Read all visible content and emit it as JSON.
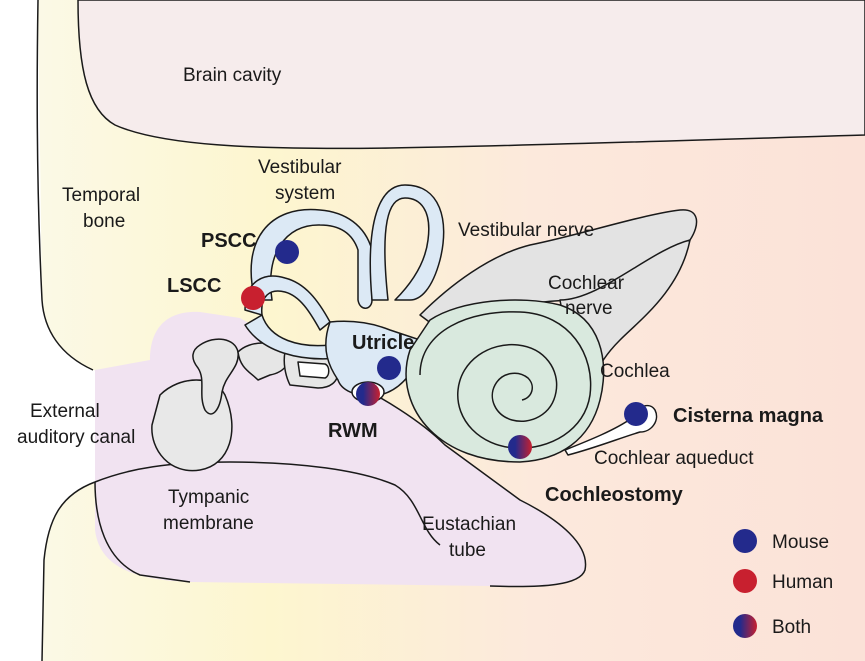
{
  "labels": {
    "brain_cavity": "Brain cavity",
    "vestibular_system_1": "Vestibular",
    "vestibular_system_2": "system",
    "temporal_bone_1": "Temporal",
    "temporal_bone_2": "bone",
    "vestibular_nerve": "Vestibular nerve",
    "cochlear_nerve_1": "Cochlear",
    "cochlear_nerve_2": "nerve",
    "pscc": "PSCC",
    "lscc": "LSCC",
    "utricle": "Utricle",
    "cochlea": "Cochlea",
    "cisterna_magna": "Cisterna magna",
    "rwm": "RWM",
    "cochlear_aqueduct": "Cochlear aqueduct",
    "external_auditory_canal_1": "External",
    "external_auditory_canal_2": "auditory canal",
    "cochleostomy": "Cochleostomy",
    "tympanic_membrane_1": "Tympanic",
    "tympanic_membrane_2": "membrane",
    "eustachian_tube_1": "Eustachian",
    "eustachian_tube_2": "tube"
  },
  "legend": {
    "items": [
      {
        "label": "Mouse",
        "type": "mouse"
      },
      {
        "label": "Human",
        "type": "human"
      },
      {
        "label": "Both",
        "type": "both"
      }
    ]
  },
  "colors": {
    "mouse": "#232a8c",
    "human": "#c8202f",
    "bone_yellow": "#fdf6d0",
    "bone_pink": "#fce6dc",
    "brain": "#f6ecec",
    "vestibular": "#dce9f5",
    "nerve": "#e3e3e3",
    "cochlea": "#d9e9de",
    "middle_ear": "#f1e3f1"
  }
}
